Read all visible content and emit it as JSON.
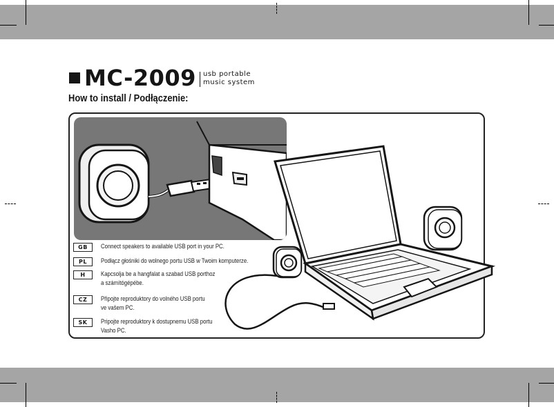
{
  "product": {
    "model": "MC-2009",
    "subtitle_line1": "usb portable",
    "subtitle_line2": "music system"
  },
  "heading": "How to install / Podłączenie:",
  "instructions": [
    {
      "code": "GB",
      "line1": "Connect speakers to available USB port in your PC.",
      "line2": ""
    },
    {
      "code": "PL",
      "line1": "Podłącz głośniki do wolnego portu USB w Twoim komputerze.",
      "line2": ""
    },
    {
      "code": "H",
      "line1": "Kapcsolja be a hangfalat  a szabad USB porthoz",
      "line2": "a számítógépébe."
    },
    {
      "code": "CZ",
      "line1": "Připojte reproduktory do volného USB portu",
      "line2": "ve vašem PC."
    },
    {
      "code": "SK",
      "line1": "Pripojte reproduktory k dostupnemu USB portu",
      "line2": "Vasho PC."
    }
  ],
  "colors": {
    "band": "#a5a5a5",
    "zoom_panel": "#777777",
    "ink": "#151515"
  },
  "illustration": {
    "zoom_icons": [
      "speaker-closeup-icon",
      "usb-plug-icon",
      "usb-port-icon"
    ],
    "main_icons": [
      "laptop-icon",
      "speaker-left-icon",
      "speaker-right-icon",
      "usb-cable-icon"
    ]
  }
}
